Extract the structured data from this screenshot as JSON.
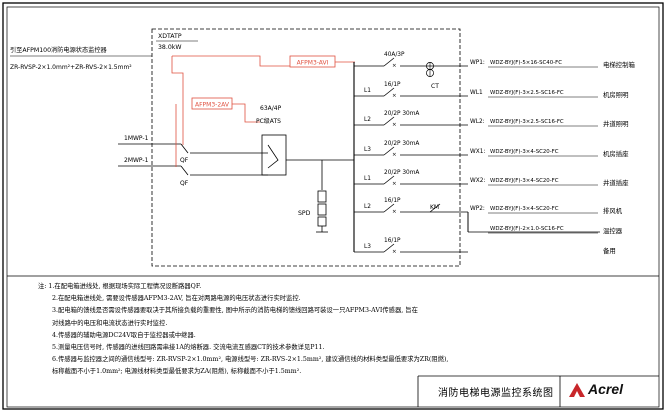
{
  "diagram": {
    "title_block": {
      "title": "消防电梯电源监控系统图",
      "brand": "Acrel"
    },
    "source_note": {
      "line1": "引至AFPM100消防电源状态监控器",
      "line2": "ZR-RVSP-2×1.0mm²+ZR-RVS-2×1.5mm²"
    },
    "panel": {
      "name": "XDTATP",
      "power": "38.0kW"
    },
    "sensors": {
      "avi": "AFPM3-AVI",
      "voltage": "AFPM3-2AV"
    },
    "ats": {
      "rating": "63A/4P",
      "label": "PC级ATS"
    },
    "incomers": [
      {
        "name": "1MWP-1",
        "breaker": "QF"
      },
      {
        "name": "2MWP-1",
        "breaker": "QF"
      }
    ],
    "spd": "SPD",
    "ct": "CT",
    "outgoing": [
      {
        "phase": "",
        "breaker": "40A/3P",
        "id": "WP1:",
        "cable": "WDZ-BYJ(F)-5×16-SC40-FC",
        "load": "电梯控制箱"
      },
      {
        "phase": "L1",
        "breaker": "16/1P",
        "id": "WL1",
        "cable": "WDZ-BYJ(F)-3×2.5-SC16-FC",
        "load": "机房照明"
      },
      {
        "phase": "L2",
        "breaker": "20/2P 30mA",
        "id": "WL2:",
        "cable": "WDZ-BYJ(F)-3×2.5-SC16-FC",
        "load": "井道照明"
      },
      {
        "phase": "L3",
        "breaker": "20/2P 30mA",
        "id": "WX1:",
        "cable": "WDZ-BYJ(F)-3×4-SC20-FC",
        "load": "机房插座"
      },
      {
        "phase": "L1",
        "breaker": "20/2P 30mA",
        "id": "WX2:",
        "cable": "WDZ-BYJ(F)-3×4-SC20-FC",
        "load": "井道插座"
      },
      {
        "phase": "L2",
        "breaker": "16/1P",
        "id": "WP2:",
        "cable": "WDZ-BYJ(F)-3×4-SC20-FC",
        "load": "排风机"
      },
      {
        "phase": "",
        "breaker": "",
        "id": "",
        "cable": "WDZ-BYJ(F)-2×1.0-SC16-FC",
        "load": "温控器"
      },
      {
        "phase": "L3",
        "breaker": "16/1P",
        "id": "",
        "cable": "",
        "load": "备用"
      }
    ],
    "km": "KM"
  },
  "notes": [
    "注: 1.在配电箱进线处, 根据现场实际工程情况设断路器QF.",
    "2.在配电箱进线处, 需要设传感器AFPM3-2AV, 旨在对两路电源的电压状态进行实时监控.",
    "3.配电箱的馈线是否需设传感器要取决于其所接负载的重要性, 图中所示的消防电梯的馈线回路可装设一只AFPM3-AVI传感器, 旨在",
    "对线路中的电压和电流状态进行实时监控.",
    "4.传感器的辅助电源DC24V取自于监控器或中继器.",
    "5.测量电压信号时, 传感器的进线回路需串接1A的熔断器. 交流电流互感器CT的技术参数详见P11.",
    "6.传感器与监控器之间的通信线型号: ZR-RVSP-2×1.0mm², 电源线型号: ZR-RVS-2×1.5mm², 建议通信线的材料类型最低要求为ZR(阻燃),",
    "标称截面不小于1.0mm²; 电源线材料类型最低要求为ZA(阻燃), 标称截面不小于1.5mm²."
  ],
  "colors": {
    "line": "#000000",
    "sensor": "#e0503f"
  }
}
